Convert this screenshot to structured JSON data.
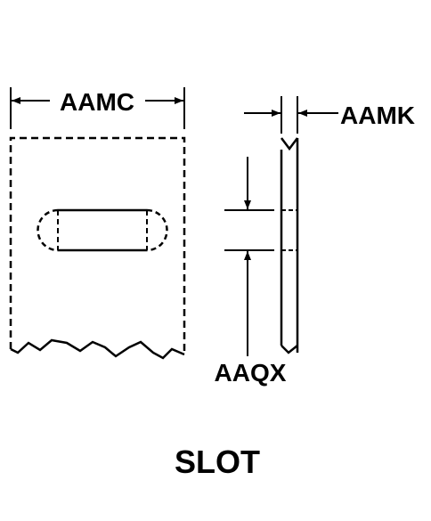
{
  "labels": {
    "width": "AAMC",
    "thickness": "AAMK",
    "slot_height": "AAQX",
    "title": "SLOT"
  },
  "colors": {
    "ink": "#000000",
    "paper": "#ffffff"
  }
}
